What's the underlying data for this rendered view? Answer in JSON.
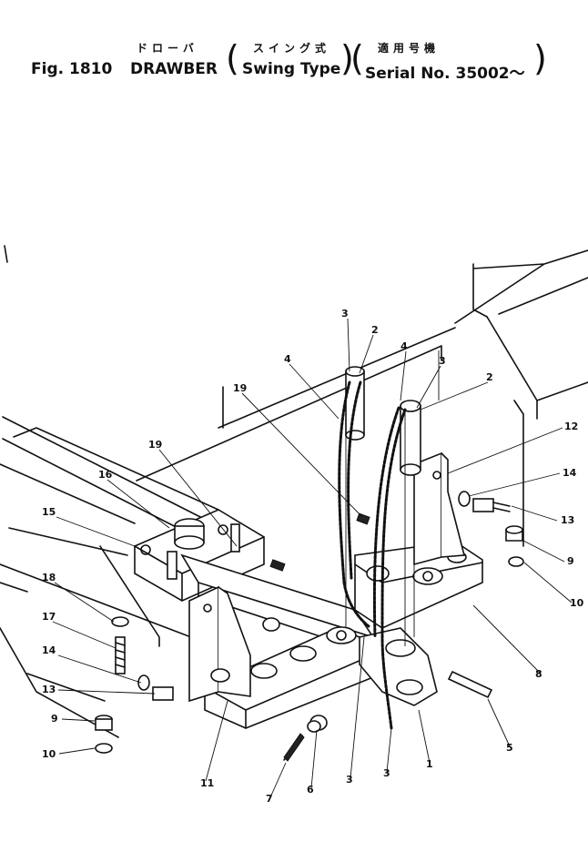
{
  "title": {
    "fig": "Fig. 1810",
    "name": "DRAWBER",
    "name_jp": "ドローバ",
    "type": "Swing Type",
    "type_jp": "スイング式",
    "serial": "Serial No. 35002～",
    "serial_jp": "適用号機"
  },
  "callouts": [
    {
      "id": "c1",
      "label": "1"
    },
    {
      "id": "c2a",
      "label": "2"
    },
    {
      "id": "c2b",
      "label": "2"
    },
    {
      "id": "c3a",
      "label": "3"
    },
    {
      "id": "c3b",
      "label": "3"
    },
    {
      "id": "c3c",
      "label": "3"
    },
    {
      "id": "c3d",
      "label": "3"
    },
    {
      "id": "c4a",
      "label": "4"
    },
    {
      "id": "c4b",
      "label": "4"
    },
    {
      "id": "c5",
      "label": "5"
    },
    {
      "id": "c6",
      "label": "6"
    },
    {
      "id": "c7",
      "label": "7"
    },
    {
      "id": "c8",
      "label": "8"
    },
    {
      "id": "c9a",
      "label": "9"
    },
    {
      "id": "c9b",
      "label": "9"
    },
    {
      "id": "c10a",
      "label": "10"
    },
    {
      "id": "c10b",
      "label": "10"
    },
    {
      "id": "c11",
      "label": "11"
    },
    {
      "id": "c12",
      "label": "12"
    },
    {
      "id": "c13a",
      "label": "13"
    },
    {
      "id": "c13b",
      "label": "13"
    },
    {
      "id": "c14a",
      "label": "14"
    },
    {
      "id": "c14b",
      "label": "14"
    },
    {
      "id": "c15",
      "label": "15"
    },
    {
      "id": "c16",
      "label": "16"
    },
    {
      "id": "c17",
      "label": "17"
    },
    {
      "id": "c18",
      "label": "18"
    },
    {
      "id": "c19a",
      "label": "19"
    },
    {
      "id": "c19b",
      "label": "19"
    }
  ]
}
